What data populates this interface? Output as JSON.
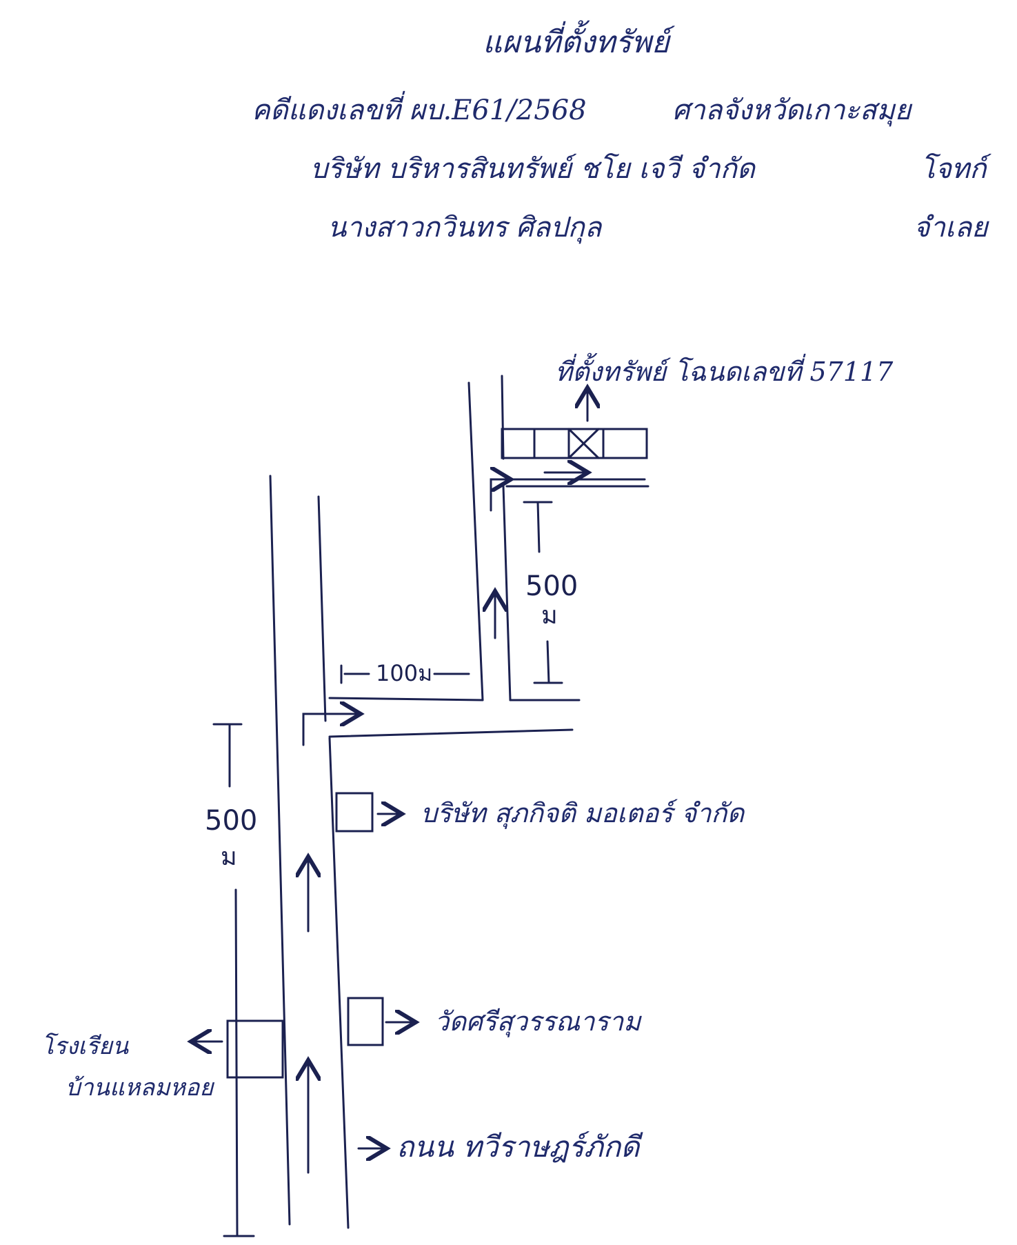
{
  "header": {
    "title": "แผนที่ตั้งทรัพย์",
    "case_number": "คดีแดงเลขที่ ผบ.E61/2568",
    "court": "ศาลจังหวัดเกาะสมุย",
    "plaintiff": "บริษัท บริหารสินทรัพย์ ชโย เจวี จำกัด",
    "plaintiff_role": "โจทก์",
    "defendant": "นางสาวกวินทร ศิลปกุล",
    "defendant_role": "จำเลย"
  },
  "map": {
    "property_label": "ที่ตั้งทรัพย์ โฉนดเลขที่ 57117",
    "distance_top": {
      "value": "500",
      "unit": "ม"
    },
    "distance_left": {
      "value": "500",
      "unit": "ม"
    },
    "distance_branch": "100ม",
    "landmark_company": "บริษัท สุภกิจติ มอเตอร์ จำกัด",
    "landmark_temple": "วัดศรีสุวรรณาราม",
    "landmark_school_line1": "โรงเรียน",
    "landmark_school_line2": "บ้านแหลมหอย",
    "main_road": "ถนน ทวีราษฎร์ภักดี"
  },
  "colors": {
    "ink": "#1f2a6b",
    "line": "#1b2150",
    "paper": "#ffffff"
  }
}
